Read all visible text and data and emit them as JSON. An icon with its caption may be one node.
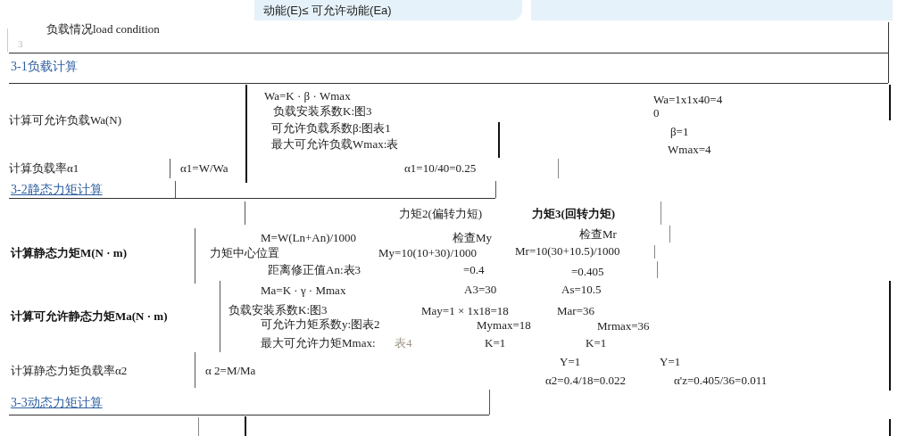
{
  "diagram": {
    "nodes": [
      {
        "text": [
          "动能(E)≤ 可允许动能(Ea)"
        ]
      }
    ],
    "labels": [
      "负载情况load condition",
      "3",
      "3-1负载计算",
      "计算可允许负载Wa(N)",
      "Wa=K · β · Wmax",
      "负载安装系数K:图3",
      "可允许负载系数β:图表1",
      "最大可允许负载Wmax:表",
      "Wa=1x1x40=4",
      "0",
      "β=1",
      "Wmax=4",
      "计算负载率α1",
      "α1=W/Wa",
      "α1=10/40=0.25",
      "3-2静态力矩计算",
      "力矩2(偏转力短)",
      "力矩3(回转力矩)",
      "M=W(Ln+An)/1000",
      "检查My",
      "检查Mr",
      "计算静态力矩M(N · m)",
      "力矩中心位置",
      "My=10(10+30)/1000",
      "Mr=10(30+10.5)/1000",
      "距离修正值An:表3",
      "=0.4",
      "=0.405",
      "Ma=K · γ · Mmax",
      "A3=30",
      "As=10.5",
      "计算可允许静态力矩Ma(N · m)",
      "负载安装系数K:图3",
      "May=1 × 1x18=18",
      "Mar=36",
      "可允许力矩系数y:图表2",
      "Mymax=18",
      "Mrmax=36",
      "最大可允许力矩Mmax:",
      "表4",
      "K=1",
      "K=1",
      "Y=1",
      "Y=1",
      "计算静态力矩负载率α2",
      "α 2=M/Ma",
      "α2=0.4/18=0.022",
      "α'z=0.405/36=0.011",
      "3-3动态力矩计算"
    ]
  }
}
